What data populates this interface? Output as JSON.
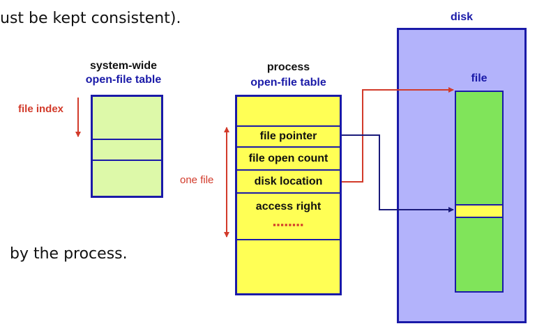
{
  "text": {
    "top_line": "ust be kept consistent).",
    "bottom_line": "by the process."
  },
  "system_table": {
    "title_line1": "system-wide",
    "title_line2": "open-file table",
    "index_label": "file index"
  },
  "process_table": {
    "title_line1": "process",
    "title_line2": "open-file table",
    "side_label": "one file",
    "entries": [
      "file pointer",
      "file open count",
      "disk location",
      "access right"
    ],
    "dots": "▪▪▪▪▪▪▪▪"
  },
  "disk": {
    "title": "disk",
    "file_label": "file"
  },
  "colors": {
    "blue": "#1a1aa8",
    "red": "#d23a2a",
    "navy": "#1a1a7a",
    "yellow": "#ffff55",
    "light_green": "#ddf9a9",
    "green": "#80e45a",
    "lavender": "#b3b3fb"
  }
}
